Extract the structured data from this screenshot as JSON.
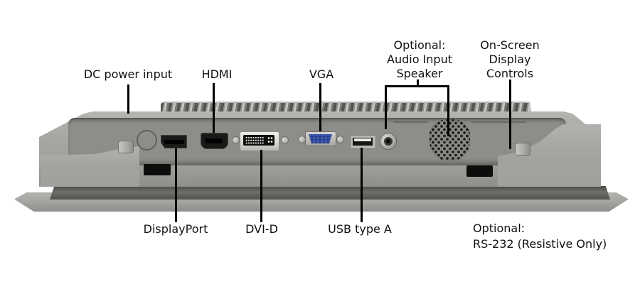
{
  "diagram": {
    "description": "Rear bottom connector view of a panel-mount touchscreen monitor with labeled ports"
  },
  "callouts": {
    "top": {
      "dc_power": "DC power input",
      "hdmi": "HDMI",
      "vga": "VGA",
      "audio": [
        "Optional:",
        "Audio Input",
        "Speaker"
      ],
      "osd": [
        "On-Screen",
        "Display",
        "Controls"
      ]
    },
    "bottom": {
      "displayport": "DisplayPort",
      "dvi": "DVI-D",
      "usb": "USB type A",
      "rs232": [
        "Optional:",
        "RS-232 (Resistive Only)"
      ]
    }
  },
  "device": {
    "parts": [
      "dc-power-socket",
      "displayport-connector",
      "hdmi-connector",
      "dvi-d-connector",
      "vga-connector",
      "usb-a-connector",
      "audio-jack",
      "speaker-grille",
      "heatsink-fins",
      "osd-controls-area",
      "front-bezel"
    ],
    "colors": {
      "background": "#ffffff",
      "body": "#a8a7a4",
      "recess": "#8e8d8a",
      "dark_strip": "#5d5c58",
      "bezel": "#a5a4a1",
      "vga_blue": "#3c55ac",
      "dvi_face": "#e3e2df",
      "connector_black": "#1a1918",
      "callout_line": "#000000",
      "text": "#111111"
    }
  }
}
